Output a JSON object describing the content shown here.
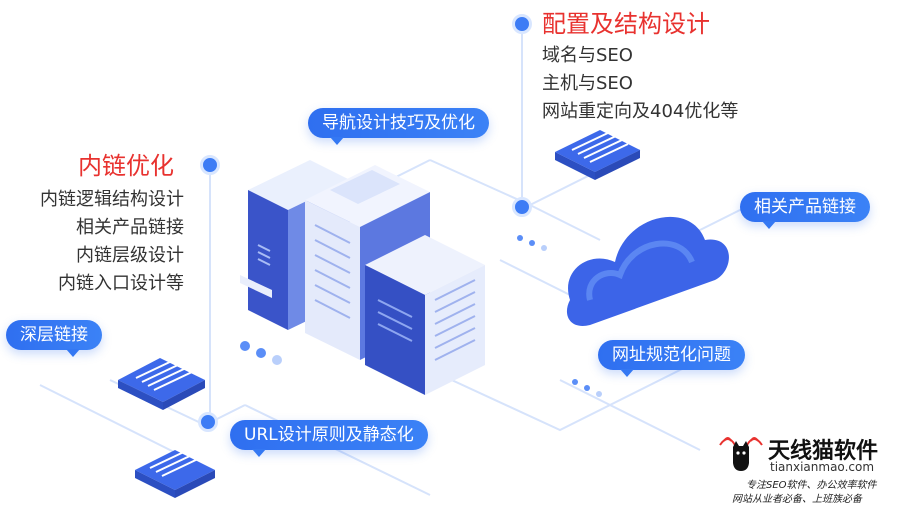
{
  "left_block": {
    "heading": "内链优化",
    "items": [
      "内链逻辑结构设计",
      "相关产品链接",
      "内链层级设计",
      "内链入口设计等"
    ]
  },
  "top_block": {
    "heading": "配置及结构设计",
    "items": [
      "域名与SEO",
      "主机与SEO",
      "网站重定向及404优化等"
    ]
  },
  "labels": {
    "nav": "导航设计技巧及优化",
    "related": "相关产品链接",
    "deep": "深层链接",
    "url_norm": "网址规范化问题",
    "url_design": "URL设计原则及静态化"
  },
  "brand": {
    "name": "天线猫软件",
    "domain": "tianxianmao.com",
    "slogan_1": "专注SEO软件、办公效率软件",
    "slogan_2": "网站从业者必备、上班族必备"
  },
  "colors": {
    "accent": "#2f6ff0",
    "heading_red": "#e8322f",
    "server_dark": "#3a54c9",
    "server_light": "#e9eefc"
  }
}
